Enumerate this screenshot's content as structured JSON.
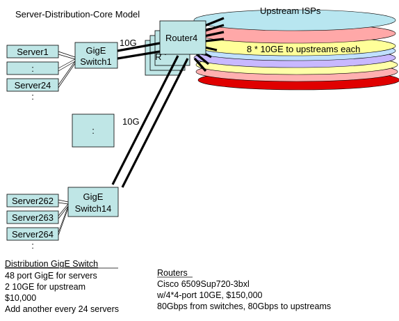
{
  "title": "Server-Distribution-Core Model",
  "isps": {
    "label": "Upstream ISPs",
    "caption": "8 * 10GE to upstreams each",
    "colors": [
      "#E00000",
      "#FFB0B0",
      "#C8A8E8",
      "#FFFFA8",
      "#C0E0FF",
      "#C8B8FF",
      "#FFFF99",
      "#FFA8A8",
      "#B8E6F0"
    ]
  },
  "links": {
    "top": "10G",
    "middle": "10G"
  },
  "switch1": {
    "line1": "GigE",
    "line2": "Switch1"
  },
  "switch14": {
    "line1": "GigE",
    "line2": "Switch14"
  },
  "router": {
    "label": "Router4",
    "shadow_glyph": "R"
  },
  "servers_top": [
    "Server1",
    ":",
    "Server24"
  ],
  "servers_bottom": [
    "Server262",
    "Server263",
    "Server264"
  ],
  "middle_box": ":",
  "ellipsis": ":",
  "distribution": {
    "heading": "Distribution GigE Switch",
    "lines": [
      "48 port GigE for servers",
      "2 10GE for upstream",
      "$10,000",
      "Add another every 24 servers"
    ]
  },
  "routers": {
    "heading": "Routers",
    "lines": [
      "Cisco 6509Sup720-3bxl",
      "w/4*4-port 10GE, $150,000",
      "80Gbps from switches, 80Gbps to upstreams"
    ]
  },
  "colors": {
    "box_fill": "#BFE6E6",
    "box_stroke": "#000000",
    "router_fill": "#BFE6E6"
  }
}
